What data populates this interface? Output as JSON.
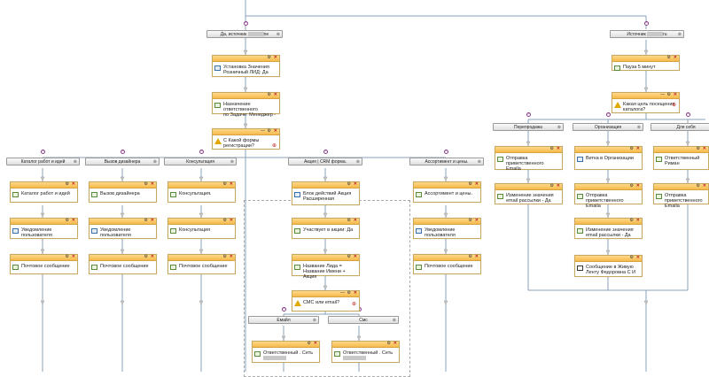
{
  "top_branches": {
    "left": {
      "label": "Да, источник",
      "suffix": "ne"
    },
    "right": {
      "label": "Источник",
      "suffix": "ru"
    }
  },
  "nodes": {
    "set_value": {
      "line1": "Установка Значения",
      "line2": "Розничный ЛИД: Да"
    },
    "assign_resp": {
      "line1": "Назначение ответственного",
      "line2": "по Задаче: Менеджер -"
    },
    "which_form": {
      "line1": "С Какой формы",
      "line2": "регистрации?"
    },
    "pause": {
      "line1": "Пауза 5 минут",
      "line2": ""
    },
    "target": {
      "line1": "Какая цель посещения",
      "line2": "каталога?"
    }
  },
  "form_branches": [
    {
      "label": "Каталог работ и идей"
    },
    {
      "label": "Вызов дизайнера"
    },
    {
      "label": "Консультация"
    },
    {
      "label": "Акция | CRM форма."
    },
    {
      "label": "Ассортимент и цены."
    }
  ],
  "col_nodes": {
    "c1": [
      "Каталог работ и идей",
      "Уведомление пользователя",
      "Почтовое сообщение"
    ],
    "c2": [
      "Вызов дизайнера",
      "Уведомление пользователя",
      "Почтовое сообщение"
    ],
    "c3": [
      "Консультация.",
      "Консультация",
      "Почтовое сообщение"
    ],
    "c4": [
      "Блок действий Акция Расширенная",
      "Участвует в акции: Да",
      "Название Лида = Название Имени + Акция",
      "СМС или email?"
    ],
    "c5": [
      "Ассортимент и цены.",
      "Уведомление пользователя",
      "Почтовое сообщение"
    ]
  },
  "sms_branches": [
    {
      "label": "Емайл"
    },
    {
      "label": "Смс"
    }
  ],
  "resp_nodes": [
    {
      "line1": "Ответственный . Сеть"
    },
    {
      "line1": "Ответственный . Сеть"
    }
  ],
  "target_branches": [
    {
      "label": "Перепродажа"
    },
    {
      "label": "Организация"
    },
    {
      "label": "Для себя"
    }
  ],
  "right_nodes": {
    "r1": [
      "Отправка приветственного Emaila",
      "Изменение значения email рассылки - Да"
    ],
    "r2": [
      "Ветка в Организации",
      "Отправка приветственного Emaila",
      "Изменение значения email рассылки - Да",
      "Сообщение в Живую Ленту Федоровна С И"
    ],
    "r3": [
      "Ответственный Риман",
      "Отправка приветственного Emaila"
    ]
  },
  "colors": {
    "header": "#f5b94a",
    "border": "#c7a85e",
    "line": "#8aa0b8"
  }
}
